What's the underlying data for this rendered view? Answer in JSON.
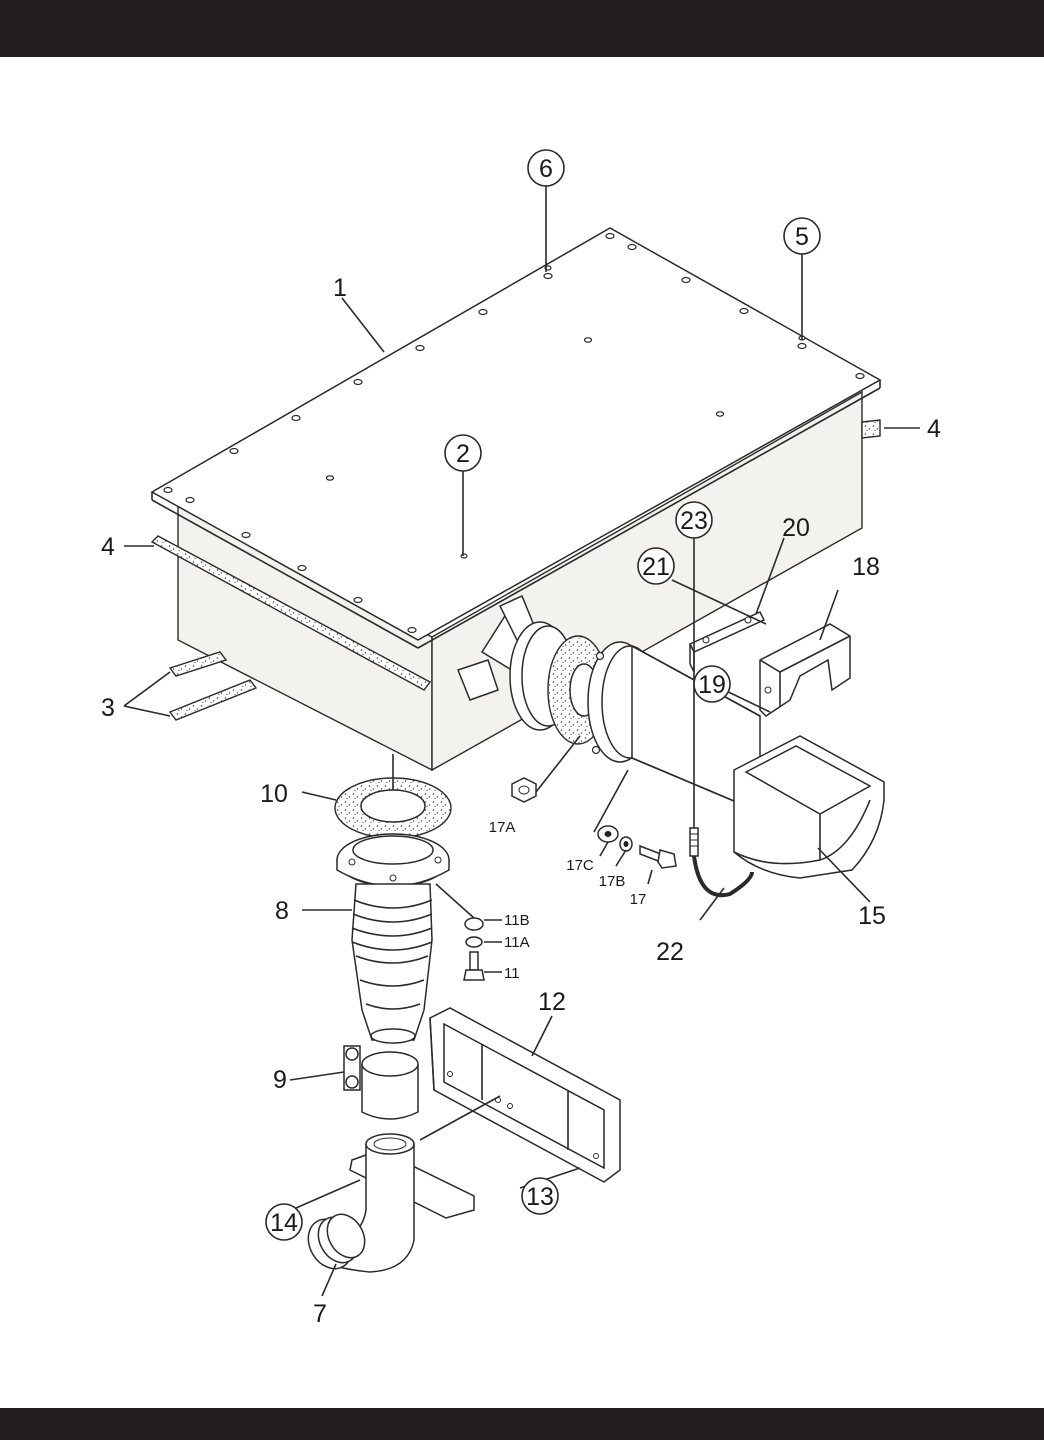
{
  "callouts": {
    "c1": "1",
    "c2": "2",
    "c3": "3",
    "c4a": "4",
    "c4b": "4",
    "c5": "5",
    "c6": "6",
    "c7": "7",
    "c8": "8",
    "c9": "9",
    "c10": "10",
    "c11": "11",
    "c11a": "11A",
    "c11b": "11B",
    "c12": "12",
    "c13": "13",
    "c14": "14",
    "c15": "15",
    "c17": "17",
    "c17a": "17A",
    "c17b": "17B",
    "c17c": "17C",
    "c18": "18",
    "c19": "19",
    "c20": "20",
    "c21": "21",
    "c22": "22",
    "c23": "23"
  },
  "colors": {
    "bars": "#231f20",
    "line": "#2a2a2a",
    "fill": "#ffffff"
  }
}
